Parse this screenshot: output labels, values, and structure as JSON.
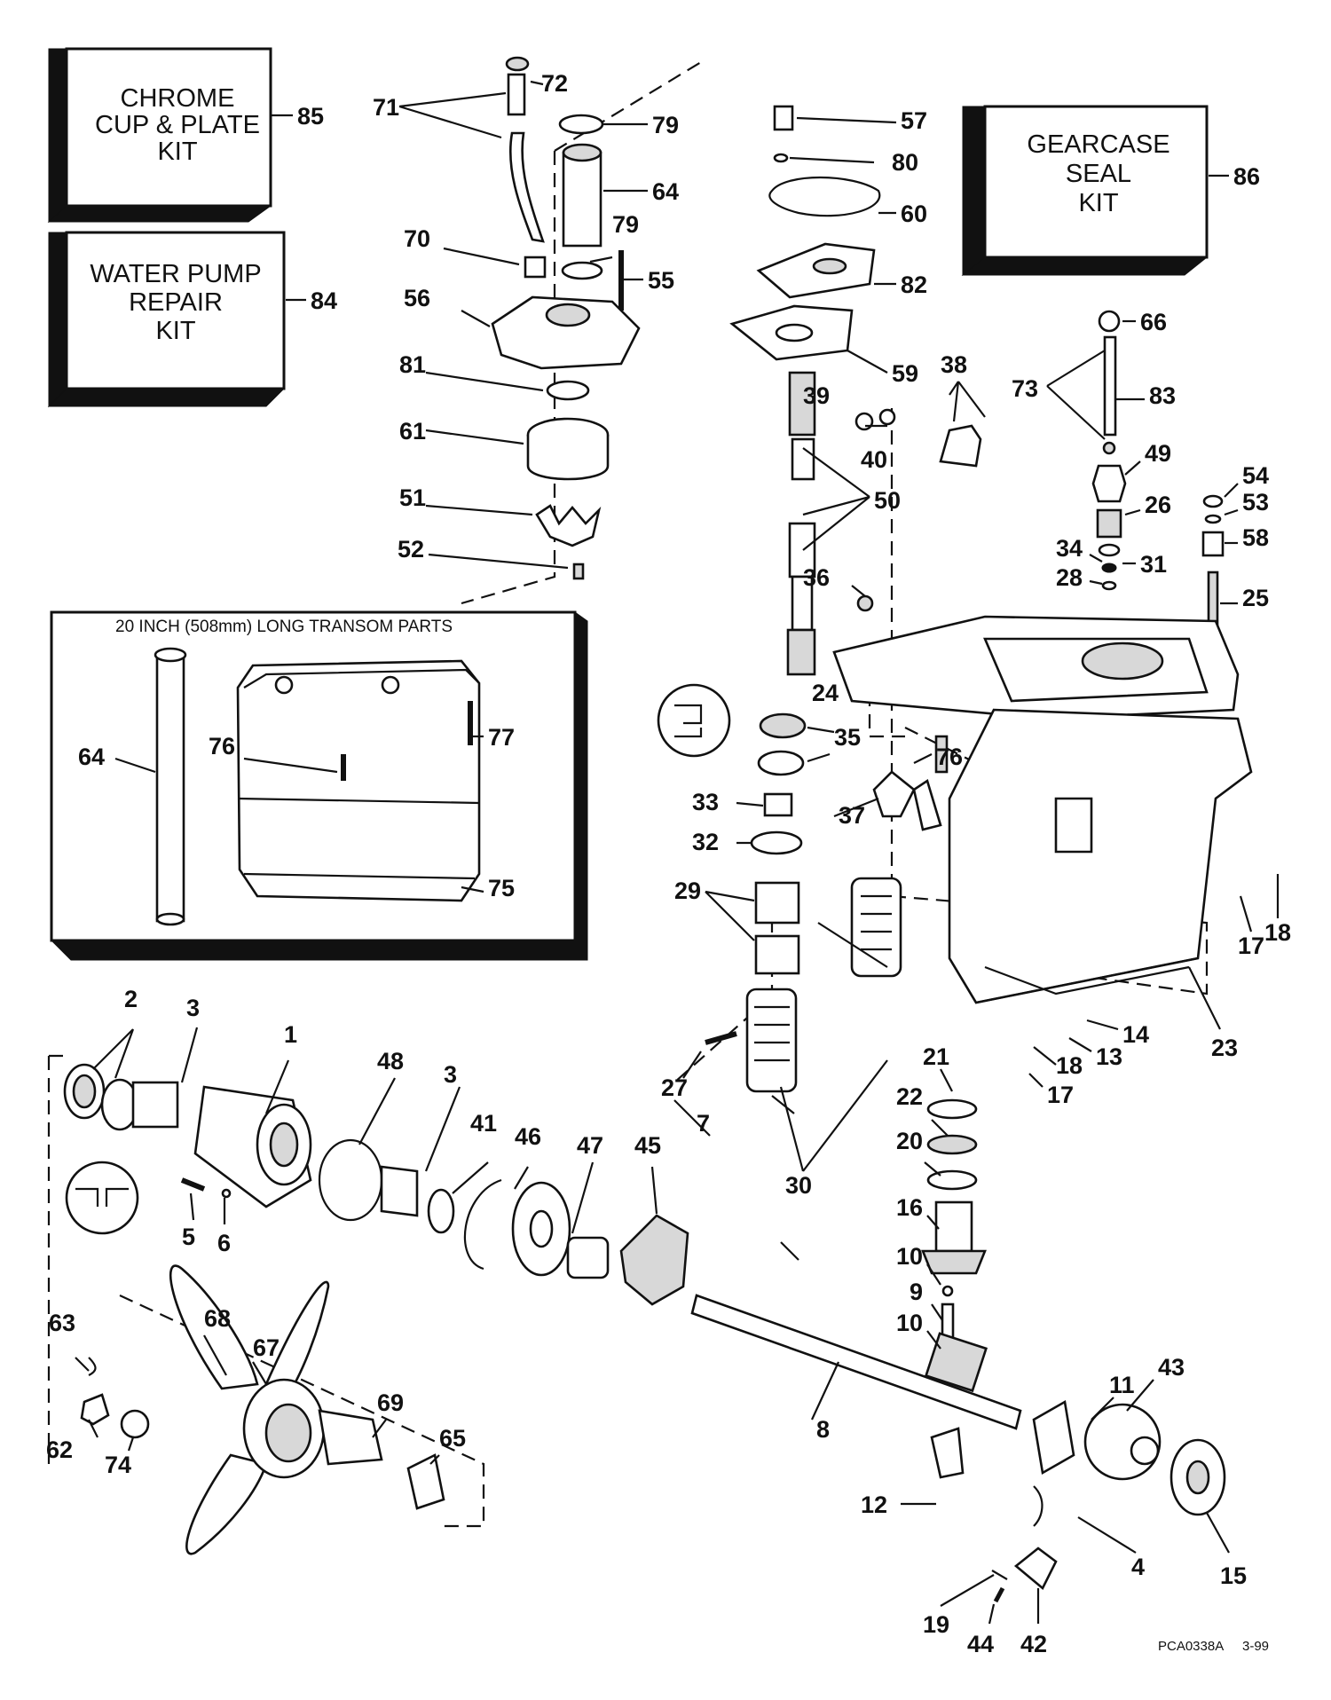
{
  "kits": {
    "chrome": {
      "lines": [
        "CHROME",
        "CUP & PLATE",
        "KIT"
      ],
      "number": "85"
    },
    "water_pump": {
      "lines": [
        "WATER PUMP",
        "REPAIR",
        "KIT"
      ],
      "number": "84"
    },
    "gearcase": {
      "lines": [
        "GEARCASE",
        "SEAL",
        "KIT"
      ],
      "number": "86"
    }
  },
  "inset_title": "20 INCH (508mm) LONG TRANSOM PARTS",
  "footer": {
    "code": "PCA0338A",
    "date": "3-99"
  },
  "labels": [
    "72",
    "71",
    "79",
    "64",
    "79",
    "70",
    "55",
    "56",
    "81",
    "61",
    "51",
    "52",
    "57",
    "80",
    "60",
    "82",
    "59",
    "39",
    "40",
    "38",
    "50",
    "36",
    "66",
    "73",
    "83",
    "49",
    "54",
    "53",
    "26",
    "58",
    "34",
    "31",
    "28",
    "25",
    "64",
    "76",
    "77",
    "75",
    "24",
    "35",
    "76",
    "33",
    "37",
    "32",
    "29",
    "17",
    "18",
    "23",
    "14",
    "13",
    "18",
    "17",
    "27",
    "30",
    "21",
    "22",
    "20",
    "16",
    "10",
    "9",
    "10",
    "2",
    "3",
    "1",
    "48",
    "3",
    "41",
    "46",
    "47",
    "45",
    "7",
    "5",
    "6",
    "63",
    "68",
    "67",
    "62",
    "74",
    "69",
    "65",
    "8",
    "11",
    "43",
    "12",
    "4",
    "15",
    "19",
    "44",
    "42"
  ]
}
